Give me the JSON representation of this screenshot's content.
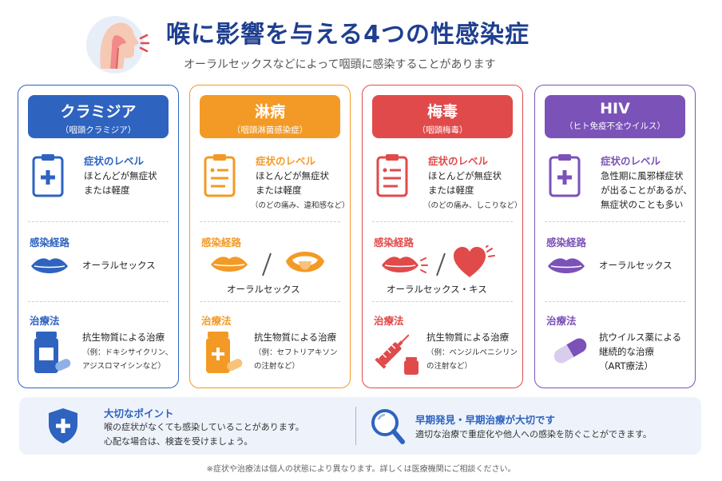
{
  "header": {
    "title": "喉に影響を与える4つの性感染症",
    "subtitle": "オーラルセックスなどによって咽頭に感染することがあります"
  },
  "colors": {
    "chlamydia": "#2e63c0",
    "gonorrhea": "#f39a26",
    "syphilis": "#e14a4a",
    "hiv": "#7b52b8",
    "title": "#1f3f8f"
  },
  "cards": [
    {
      "name": "クラミジア",
      "sub": "（咽頭クラミジア）",
      "symptom_label": "症状のレベル",
      "symptom_lines": [
        "ほとんどが無症状",
        "または軽度"
      ],
      "symptom_note": "",
      "route_label": "感染経路",
      "route_text": "オーラルセックス",
      "treat_label": "治療法",
      "treat_lines": [
        "抗生物質による治療",
        "（例：ドキシサイクリン、",
        "アジスロマイシンなど）"
      ]
    },
    {
      "name": "淋病",
      "sub": "（咽頭淋菌感染症）",
      "symptom_label": "症状のレベル",
      "symptom_lines": [
        "ほとんどが無症状",
        "または軽度"
      ],
      "symptom_note": "（のどの痛み、違和感など）",
      "route_label": "感染経路",
      "route_text": "オーラルセックス",
      "treat_label": "治療法",
      "treat_lines": [
        "抗生物質による治療",
        "（例：セフトリアキソン",
        "の注射など）"
      ]
    },
    {
      "name": "梅毒",
      "sub": "（咽頭梅毒）",
      "symptom_label": "症状のレベル",
      "symptom_lines": [
        "ほとんどが無症状",
        "または軽度"
      ],
      "symptom_note": "（のどの痛み、しこりなど）",
      "route_label": "感染経路",
      "route_text": "オーラルセックス・キス",
      "treat_label": "治療法",
      "treat_lines": [
        "抗生物質による治療",
        "（例：ベンジルペニシリン",
        "の注射など）"
      ]
    },
    {
      "name": "HIV",
      "sub": "（ヒト免疫不全ウイルス）",
      "symptom_label": "症状のレベル",
      "symptom_lines": [
        "急性期に風邪様症状",
        "が出ることがあるが、",
        "無症状のことも多い"
      ],
      "symptom_note": "",
      "route_label": "感染経路",
      "route_text": "オーラルセックス",
      "treat_label": "治療法",
      "treat_lines": [
        "抗ウイルス薬による",
        "継続的な治療",
        "（ART療法）"
      ]
    }
  ],
  "bottom": {
    "left_title": "大切なポイント",
    "left_lines": [
      "喉の症状がなくても感染していることがあります。",
      "心配な場合は、検査を受けましょう。"
    ],
    "right_title": "早期発見・早期治療が大切です",
    "right_lines": [
      "適切な治療で重症化や他人への感染を防ぐことができます。"
    ]
  },
  "footnote": "※症状や治療法は個人の状態により異なります。詳しくは医療機関にご相談ください。"
}
